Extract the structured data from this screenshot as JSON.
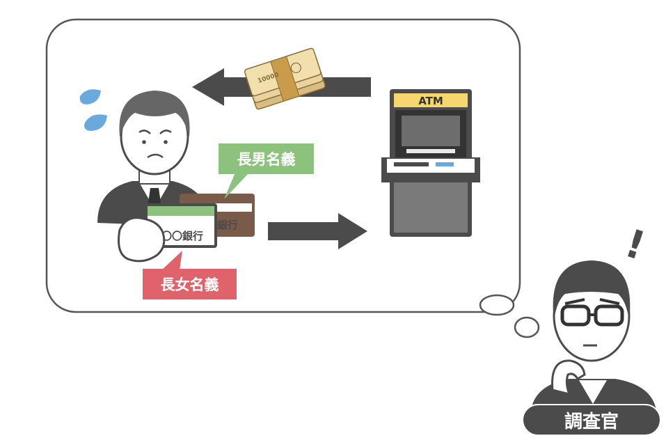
{
  "labels": {
    "eldest_son": "長男名義",
    "eldest_daughter": "長女名義",
    "inspector": "調査官"
  },
  "atm": {
    "sign": "ATM"
  },
  "cards": {
    "green_card_text": "〇〇銀行",
    "brown_card_text": "〇〇銀行"
  },
  "banknote": {
    "denomination": "10000"
  },
  "exclamation": "!",
  "colors": {
    "green_label": "#8cc17e",
    "red_label": "#e0626a",
    "dark_gray": "#4b4b4b",
    "atm_yellow": "#f5d76e",
    "cash_tan": "#f2dfae",
    "sweat_blue": "#6aa9dd"
  }
}
